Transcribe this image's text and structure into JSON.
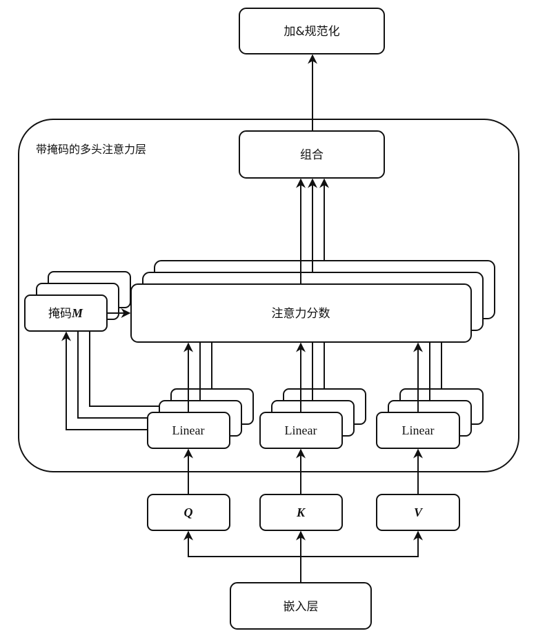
{
  "diagram": {
    "container_title": "带掩码的多头注意力层",
    "nodes": {
      "add_norm": "加&规范化",
      "combine": "组合",
      "attention_scores": "注意力分数",
      "mask": "掩码",
      "mask_var": "M",
      "linear_q": "Linear",
      "linear_k": "Linear",
      "linear_v": "Linear",
      "q": "Q",
      "k": "K",
      "v": "V",
      "embedding": "嵌入层"
    },
    "heads": 3
  }
}
